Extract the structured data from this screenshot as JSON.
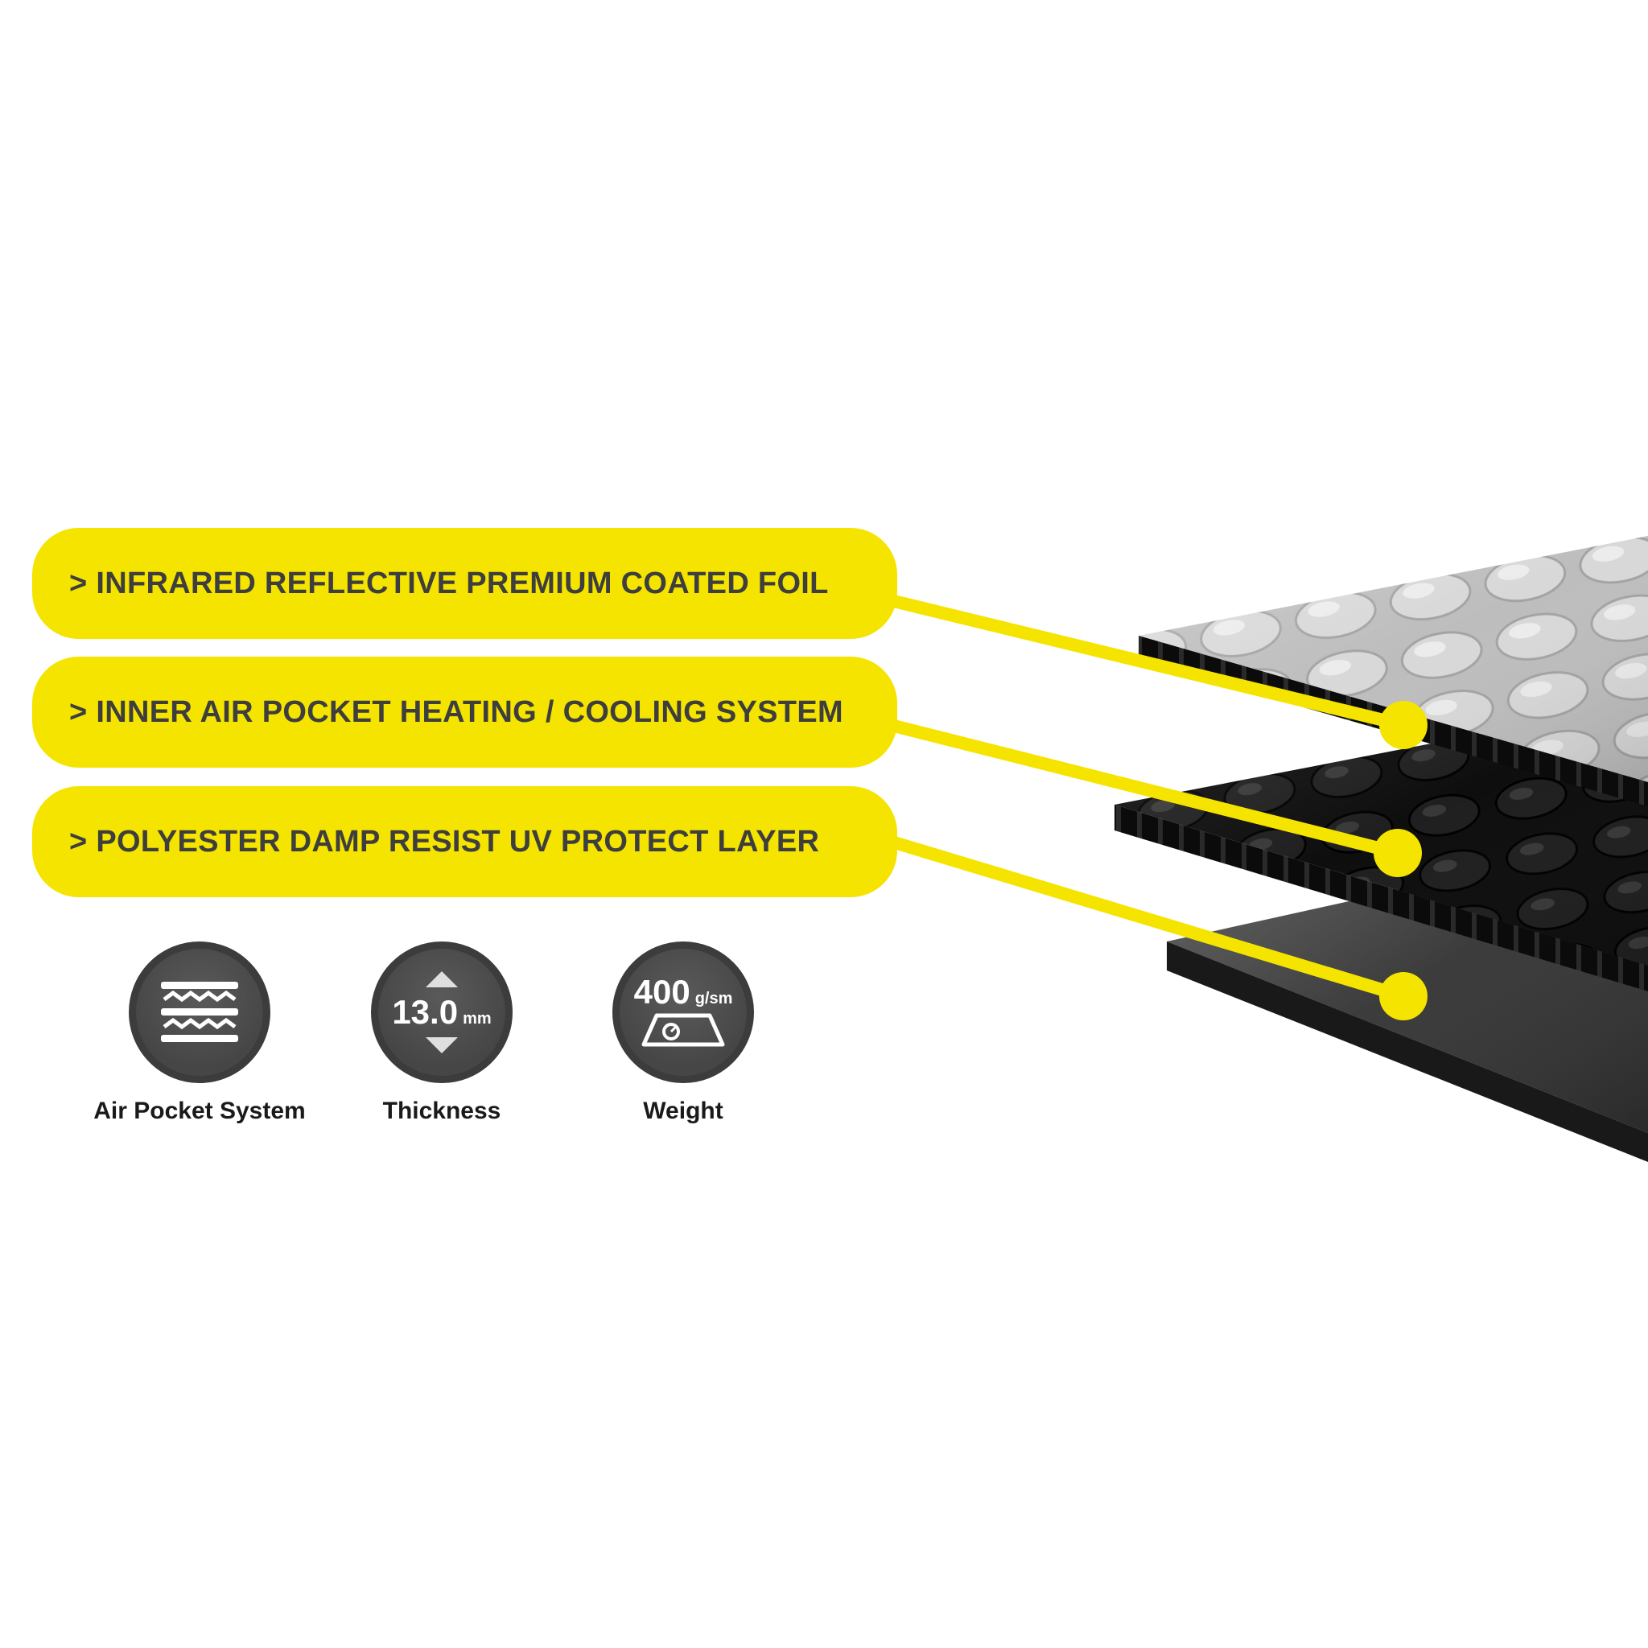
{
  "colors": {
    "accent_yellow": "#F4E400",
    "banner_text": "#3E3E3E",
    "badge_fill": "#4A4A4A",
    "badge_ring": "#3C3C3C",
    "badge_label": "#1A1A1A",
    "foil_silver": "#C6C6C6",
    "air_pocket_black": "#141414",
    "base_gray": "#3A3A3A"
  },
  "callouts": [
    {
      "label": "> INFRARED REFLECTIVE PREMIUM COATED FOIL"
    },
    {
      "label": "> INNER AIR POCKET HEATING / COOLING SYSTEM"
    },
    {
      "label": "> POLYESTER DAMP RESIST UV PROTECT LAYER"
    }
  ],
  "badges": [
    {
      "icon": "air-pocket-system-icon",
      "label": "Air Pocket System"
    },
    {
      "icon": "thickness-icon",
      "label": "Thickness",
      "value": "13.0",
      "unit": "mm"
    },
    {
      "icon": "weight-icon",
      "label": "Weight",
      "value": "400",
      "unit": "g/sm"
    }
  ]
}
